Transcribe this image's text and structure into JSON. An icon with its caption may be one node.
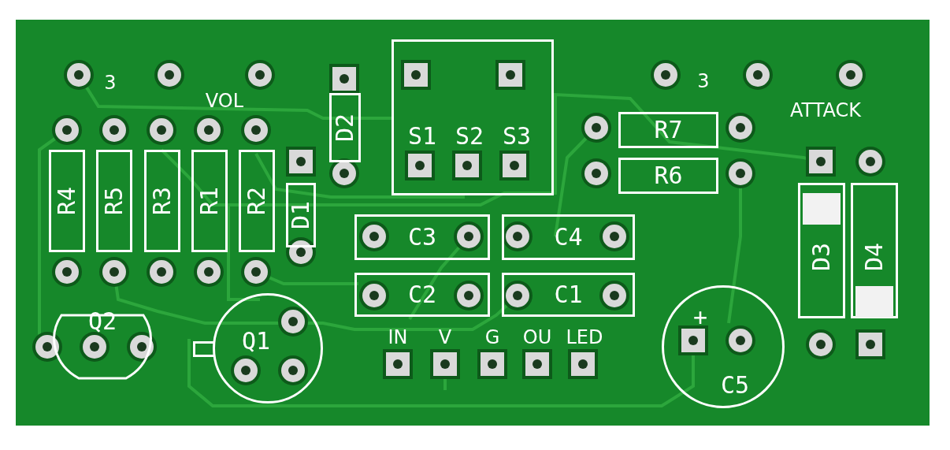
{
  "diagram": {
    "nodes": [
      {
        "text": [
          "R4"
        ]
      },
      {
        "text": [
          "R5"
        ]
      },
      {
        "text": [
          "R3"
        ]
      },
      {
        "text": [
          "R1"
        ]
      },
      {
        "text": [
          "R2"
        ]
      },
      {
        "text": [
          "D1"
        ]
      },
      {
        "text": [
          "D2"
        ]
      },
      {
        "text": [
          "S1",
          "S2",
          "S3"
        ]
      },
      {
        "text": [
          "R7"
        ]
      },
      {
        "text": [
          "R6"
        ]
      },
      {
        "text": [
          "C3"
        ]
      },
      {
        "text": [
          "C4"
        ]
      },
      {
        "text": [
          "D3"
        ]
      },
      {
        "text": [
          "D4"
        ]
      },
      {
        "text": [
          "C2"
        ]
      },
      {
        "text": [
          "C1"
        ]
      },
      {
        "text": [
          "Q2"
        ]
      },
      {
        "text": [
          "Q1"
        ]
      },
      {
        "text": [
          "+",
          "C5"
        ]
      }
    ],
    "labels": [
      "3",
      "VOL",
      "3",
      "ATTACK",
      "IN",
      "V",
      "G",
      "OU",
      "LED"
    ]
  }
}
